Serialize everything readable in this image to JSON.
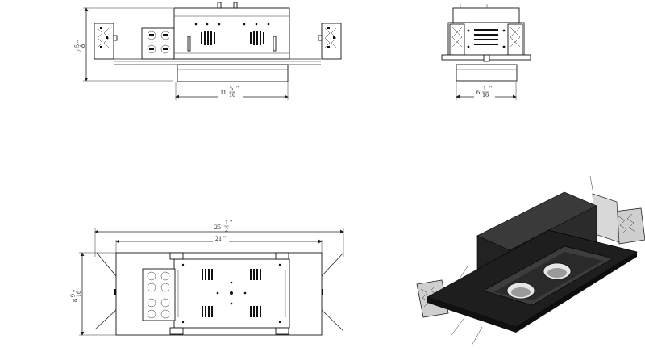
{
  "drawing": {
    "front_view": {
      "height_dim": {
        "whole": "7",
        "num": "5",
        "den": "8"
      },
      "width_dim": {
        "whole": "11",
        "num": "5",
        "den": "16"
      }
    },
    "side_view": {
      "width_dim": {
        "whole": "6",
        "num": "1",
        "den": "16"
      }
    },
    "top_view": {
      "overall_dim": {
        "whole": "25",
        "num": "1",
        "den": "2"
      },
      "inner_dim": {
        "whole": "21",
        "num": "",
        "den": ""
      },
      "depth_dim": {
        "whole": "8",
        "num": "9",
        "den": "16"
      }
    },
    "iso_view": {
      "colors": {
        "housing": "#2b2b2b",
        "trim": "#1a1a1a",
        "bracket": "#c9c9c9",
        "lens": "#e6e6e6"
      }
    }
  }
}
